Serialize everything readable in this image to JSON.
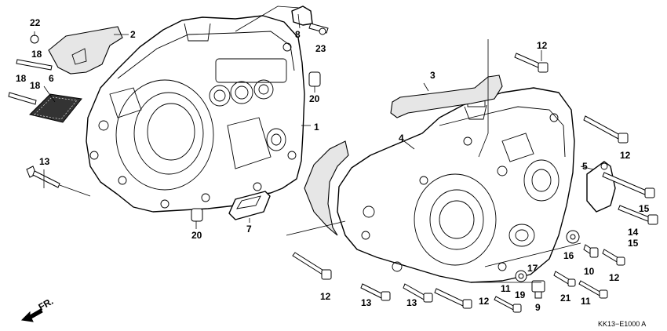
{
  "diagram_code": "KK13−E1000 A",
  "direction_label": "FR.",
  "part_numbers": [
    {
      "id": "p22",
      "text": "22"
    },
    {
      "id": "p2",
      "text": "2"
    },
    {
      "id": "p18a",
      "text": "18"
    },
    {
      "id": "p18b",
      "text": "18"
    },
    {
      "id": "p18c",
      "text": "18"
    },
    {
      "id": "p6",
      "text": "6"
    },
    {
      "id": "p13a",
      "text": "13"
    },
    {
      "id": "p8",
      "text": "8"
    },
    {
      "id": "p23",
      "text": "23"
    },
    {
      "id": "p20a",
      "text": "20"
    },
    {
      "id": "p1",
      "text": "1"
    },
    {
      "id": "p20b",
      "text": "20"
    },
    {
      "id": "p7",
      "text": "7"
    },
    {
      "id": "p3",
      "text": "3"
    },
    {
      "id": "p12a",
      "text": "12"
    },
    {
      "id": "p4",
      "text": "4"
    },
    {
      "id": "p12b",
      "text": "12"
    },
    {
      "id": "p5",
      "text": "5"
    },
    {
      "id": "p15a",
      "text": "15"
    },
    {
      "id": "p14",
      "text": "14"
    },
    {
      "id": "p15b",
      "text": "15"
    },
    {
      "id": "p16",
      "text": "16"
    },
    {
      "id": "p10",
      "text": "10"
    },
    {
      "id": "p12c",
      "text": "12"
    },
    {
      "id": "p17",
      "text": "17"
    },
    {
      "id": "p19",
      "text": "19"
    },
    {
      "id": "p21",
      "text": "21"
    },
    {
      "id": "p11a",
      "text": "11"
    },
    {
      "id": "p11b",
      "text": "11"
    },
    {
      "id": "p9",
      "text": "9"
    },
    {
      "id": "p12d",
      "text": "12"
    },
    {
      "id": "p13b",
      "text": "13"
    },
    {
      "id": "p13c",
      "text": "13"
    },
    {
      "id": "p12e",
      "text": "12"
    }
  ]
}
